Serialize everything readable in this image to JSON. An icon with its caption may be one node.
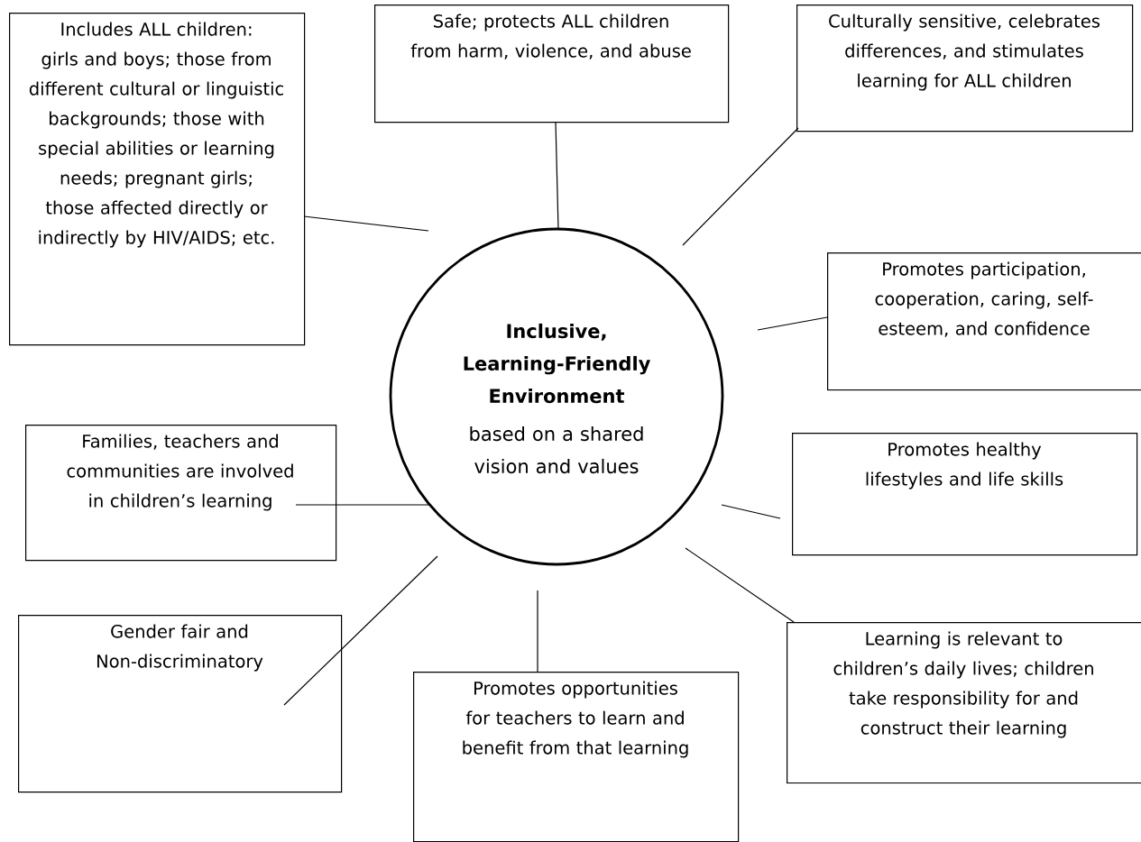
{
  "diagram": {
    "nodes": [
      {
        "text": [
          "Inclusive, Learning-Friendly Environment",
          "based on a shared vision and values"
        ]
      },
      {
        "text": [
          "Includes ALL children: girls and boys; those from different cultural or linguistic backgrounds; those with special abilities or learning needs; pregnant girls; those affected directly or indirectly by HIV/AIDS; etc."
        ]
      },
      {
        "text": [
          "Safe; protects ALL children from harm, violence, and abuse"
        ]
      },
      {
        "text": [
          "Culturally sensitive, celebrates differences, and stimulates learning for ALL children"
        ]
      },
      {
        "text": [
          "Promotes participation, cooperation, caring, self-esteem, and confidence"
        ]
      },
      {
        "text": [
          "Families, teachers and communities are involved in children’s learning"
        ]
      },
      {
        "text": [
          "Promotes healthy lifestyles and life skills"
        ]
      },
      {
        "text": [
          "Gender fair and Non-discriminatory"
        ]
      },
      {
        "text": [
          "Promotes opportunities for teachers to learn and benefit from that learning"
        ]
      },
      {
        "text": [
          "Learning is relevant to children’s daily lives; children take responsibility for and construct their learning"
        ]
      }
    ],
    "edges": [
      {
        "from": 1,
        "to": 0,
        "arrow": "none"
      },
      {
        "from": 2,
        "to": 0,
        "arrow": "none"
      },
      {
        "from": 3,
        "to": 0,
        "arrow": "none"
      },
      {
        "from": 4,
        "to": 0,
        "arrow": "none"
      },
      {
        "from": 5,
        "to": 0,
        "arrow": "none"
      },
      {
        "from": 6,
        "to": 0,
        "arrow": "none"
      },
      {
        "from": 7,
        "to": 0,
        "arrow": "none"
      },
      {
        "from": 8,
        "to": 0,
        "arrow": "none"
      },
      {
        "from": 9,
        "to": 0,
        "arrow": "none"
      }
    ]
  }
}
